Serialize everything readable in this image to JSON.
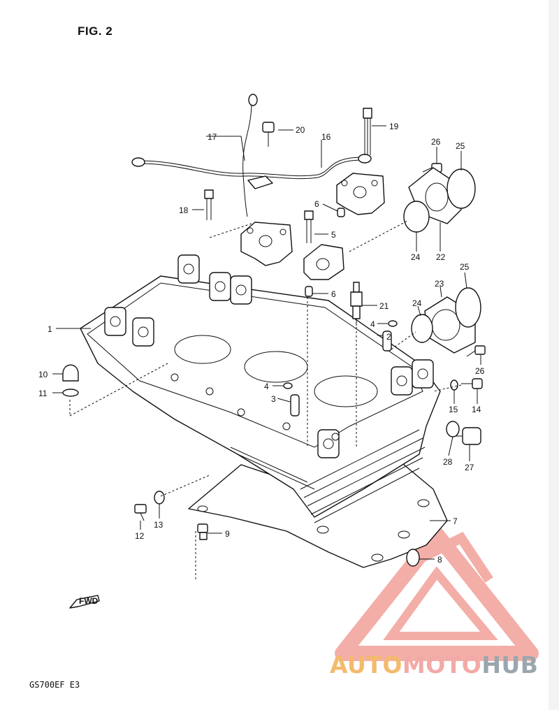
{
  "figure": {
    "title": "FIG. 2",
    "model_code": "GS700EF  E3",
    "fwd_label": "FWD"
  },
  "callouts": [
    {
      "id": "c1",
      "label": "1"
    },
    {
      "id": "c2",
      "label": "2"
    },
    {
      "id": "c3",
      "label": "3"
    },
    {
      "id": "c4a",
      "label": "4"
    },
    {
      "id": "c4b",
      "label": "4"
    },
    {
      "id": "c5",
      "label": "5"
    },
    {
      "id": "c6a",
      "label": "6"
    },
    {
      "id": "c6b",
      "label": "6"
    },
    {
      "id": "c7",
      "label": "7"
    },
    {
      "id": "c8",
      "label": "8"
    },
    {
      "id": "c9",
      "label": "9"
    },
    {
      "id": "c10",
      "label": "10"
    },
    {
      "id": "c11",
      "label": "11"
    },
    {
      "id": "c12",
      "label": "12"
    },
    {
      "id": "c13",
      "label": "13"
    },
    {
      "id": "c14",
      "label": "14"
    },
    {
      "id": "c15",
      "label": "15"
    },
    {
      "id": "c16",
      "label": "16"
    },
    {
      "id": "c17",
      "label": "17"
    },
    {
      "id": "c18",
      "label": "18"
    },
    {
      "id": "c19",
      "label": "19"
    },
    {
      "id": "c20",
      "label": "20"
    },
    {
      "id": "c21",
      "label": "21"
    },
    {
      "id": "c22",
      "label": "22"
    },
    {
      "id": "c23",
      "label": "23"
    },
    {
      "id": "c24a",
      "label": "24"
    },
    {
      "id": "c24b",
      "label": "24"
    },
    {
      "id": "c25a",
      "label": "25"
    },
    {
      "id": "c25b",
      "label": "25"
    },
    {
      "id": "c26a",
      "label": "26"
    },
    {
      "id": "c26b",
      "label": "26"
    },
    {
      "id": "c27",
      "label": "27"
    },
    {
      "id": "c28",
      "label": "28"
    }
  ],
  "watermark": {
    "part1": "AUTO",
    "part2": "MOTO",
    "part3": "HUB",
    "color_part1": "#f3ba6c",
    "color_part2": "#f2aaa6",
    "color_part3": "#9aa6ad"
  }
}
